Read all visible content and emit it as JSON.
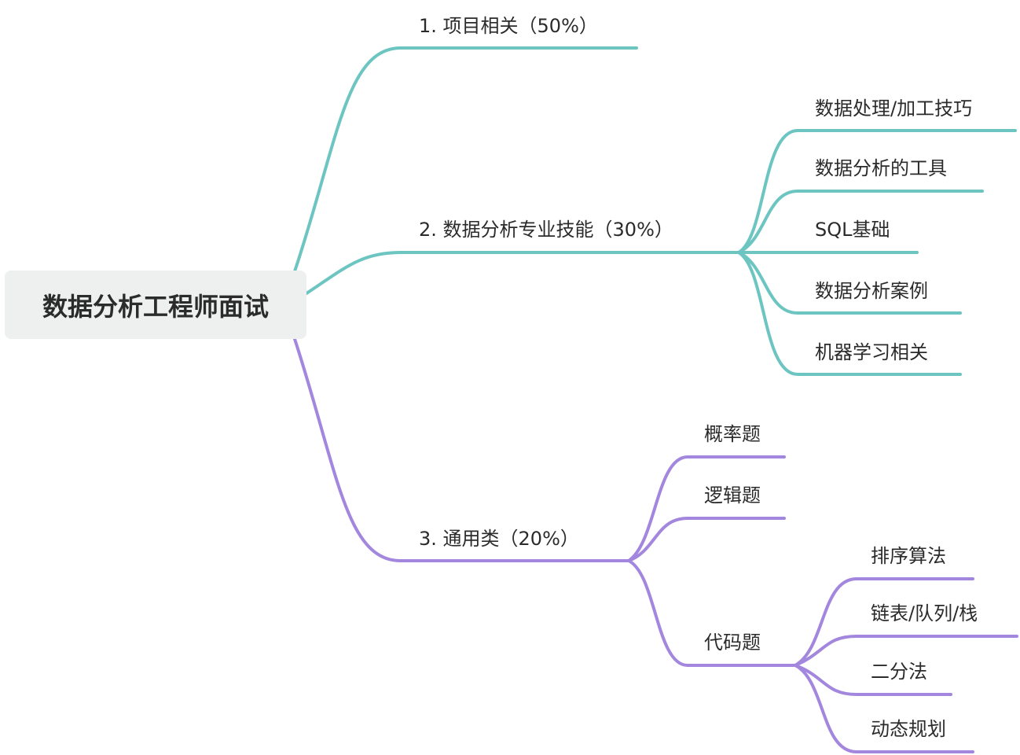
{
  "root": {
    "label": "数据分析工程师面试"
  },
  "colors": {
    "branch_teal": "#6cc5c1",
    "branch_purple": "#a386dd",
    "root_bg": "#eef0f0"
  },
  "branches": [
    {
      "label": "1. 项目相关（50%）",
      "children": []
    },
    {
      "label": "2. 数据分析专业技能（30%）",
      "children": [
        {
          "label": "数据处理/加工技巧"
        },
        {
          "label": "数据分析的工具"
        },
        {
          "label": "SQL基础"
        },
        {
          "label": "数据分析案例"
        },
        {
          "label": "机器学习相关"
        }
      ]
    },
    {
      "label": "3. 通用类（20%）",
      "children": [
        {
          "label": "概率题"
        },
        {
          "label": "逻辑题"
        },
        {
          "label": "代码题",
          "children": [
            {
              "label": "排序算法"
            },
            {
              "label": "链表/队列/栈"
            },
            {
              "label": "二分法"
            },
            {
              "label": "动态规划"
            }
          ]
        }
      ]
    }
  ]
}
